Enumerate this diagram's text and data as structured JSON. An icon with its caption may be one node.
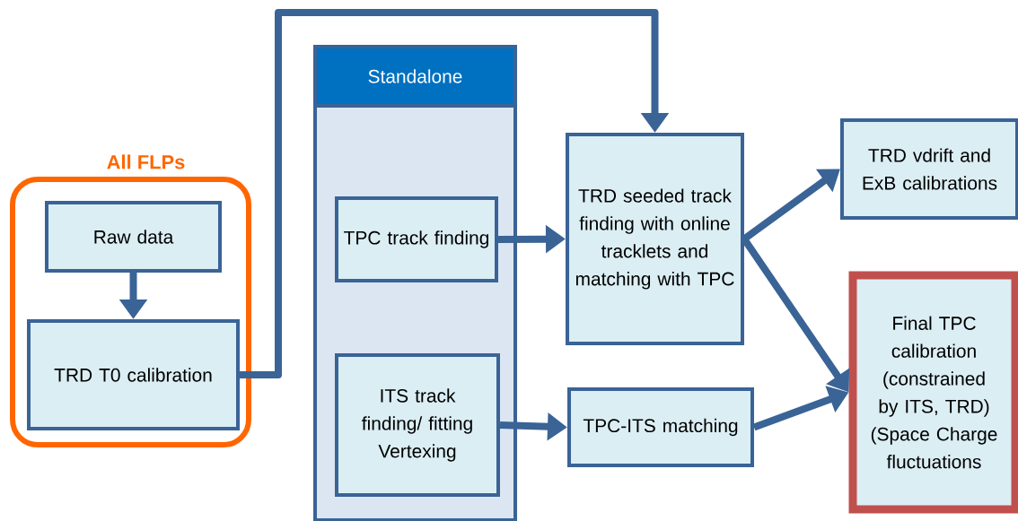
{
  "diagram": {
    "nodes": [
      {
        "text": [
          "All FLPs"
        ]
      },
      {
        "text": [
          "Raw data"
        ],
        "in": 0
      },
      {
        "text": [
          "TRD T0 calibration"
        ],
        "in": 0
      },
      {
        "text": [
          "Standalone"
        ]
      },
      {
        "text": [
          "TPC track finding"
        ],
        "in": 3
      },
      {
        "text": [
          "ITS track finding/ fitting Vertexing"
        ],
        "in": 3
      },
      {
        "text": [
          "TRD seeded track finding with online tracklets and matching with TPC"
        ]
      },
      {
        "text": [
          "TRD vdrift and ExB calibrations"
        ]
      },
      {
        "text": [
          "TPC-ITS matching"
        ]
      },
      {
        "text": [
          "Final TPC calibration (constrained by ITS, TRD) (Space Charge fluctuations"
        ]
      }
    ],
    "edges": [
      {
        "from": 1,
        "to": 2,
        "arrow": "to"
      },
      {
        "from": 2,
        "to": 6,
        "arrow": "to"
      },
      {
        "from": 4,
        "to": 6,
        "arrow": "to"
      },
      {
        "from": 5,
        "to": 8,
        "arrow": "to"
      },
      {
        "from": 6,
        "to": 7,
        "arrow": "to"
      },
      {
        "from": 6,
        "to": 9,
        "arrow": "to"
      },
      {
        "from": 8,
        "to": 9,
        "arrow": "to"
      }
    ]
  }
}
